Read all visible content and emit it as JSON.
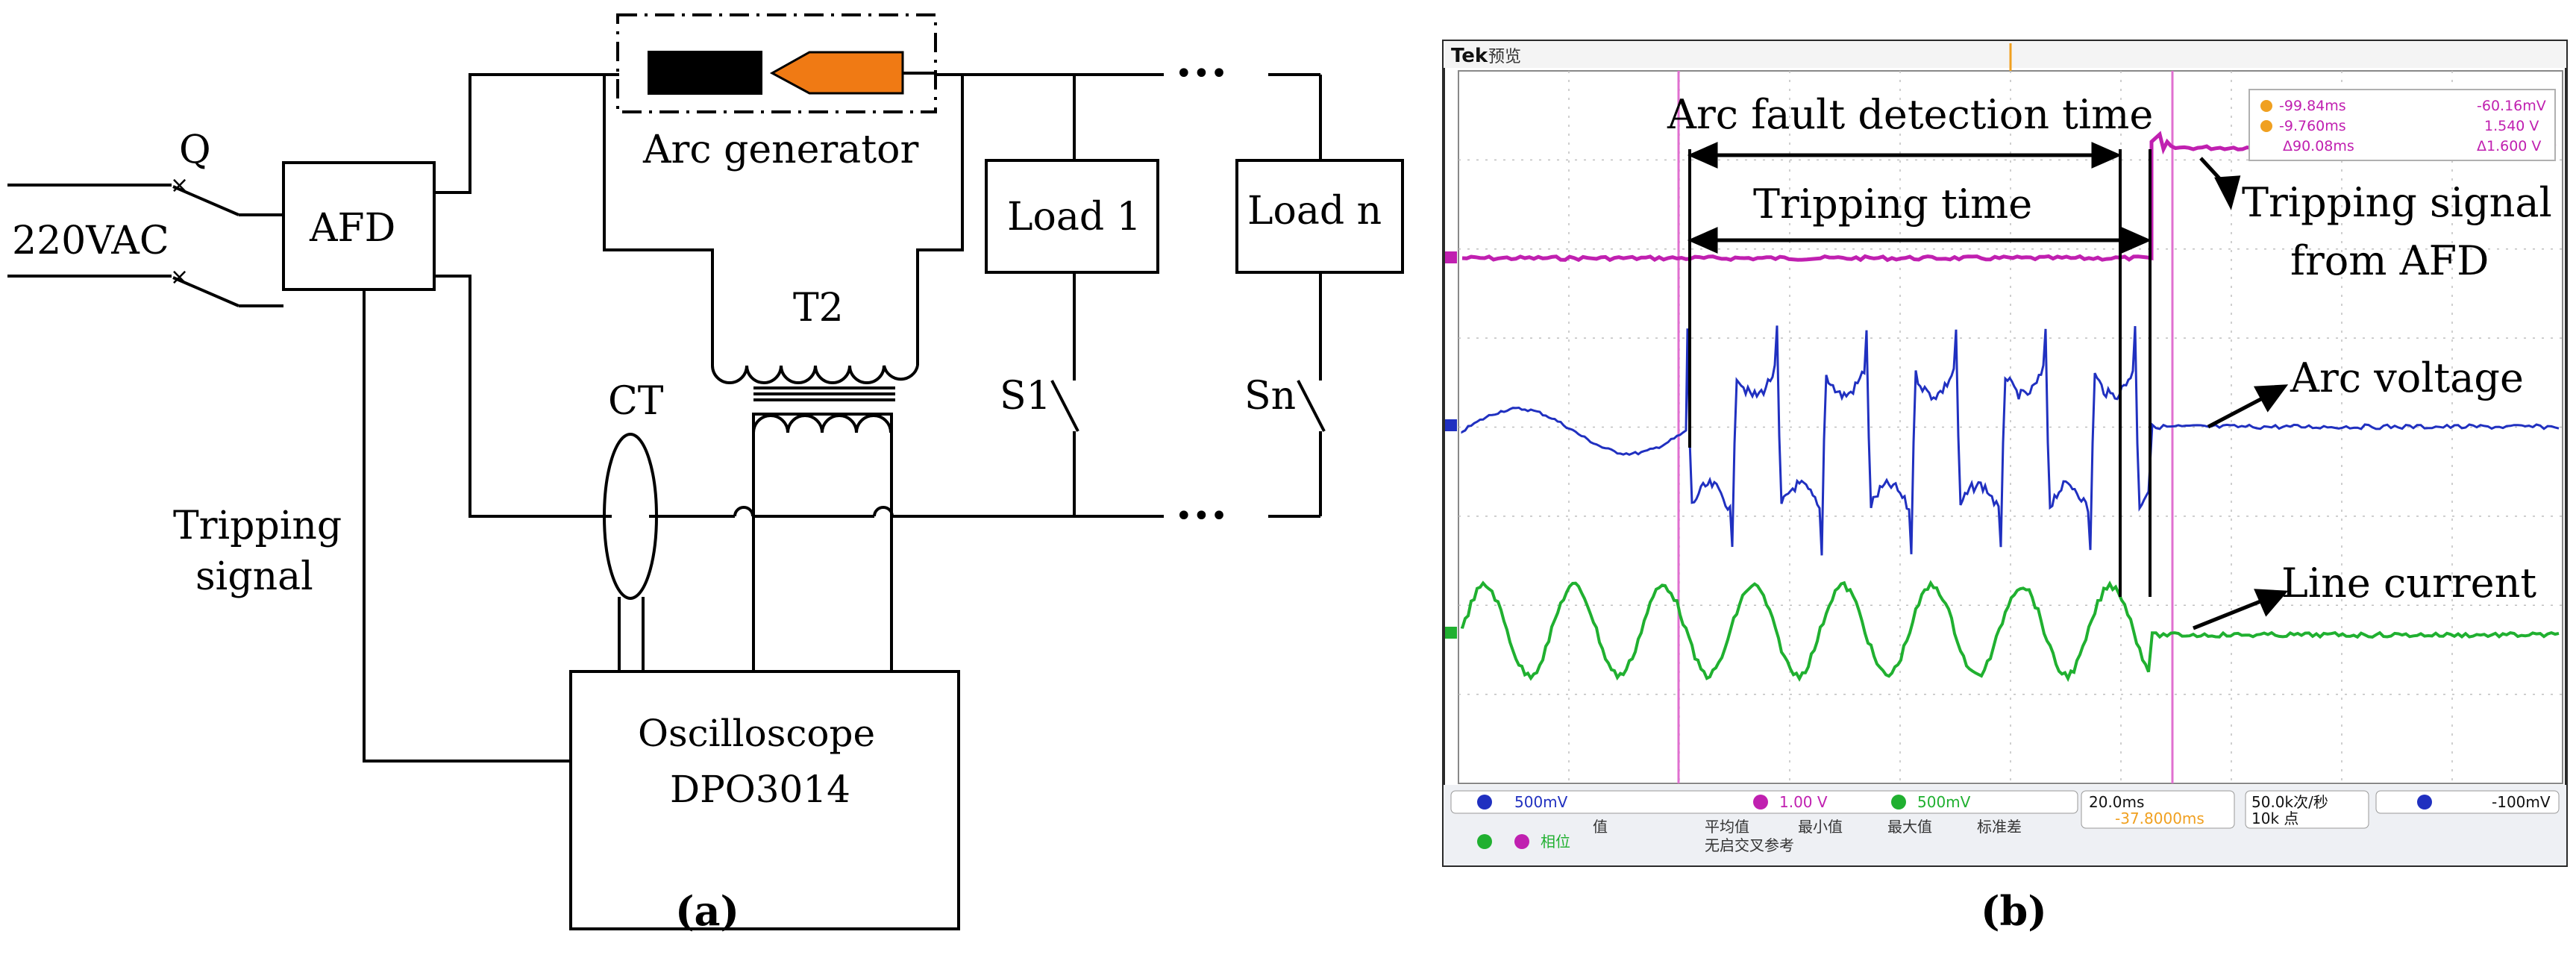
{
  "panel_a": {
    "caption": "(a)",
    "labels": {
      "q_switch": "Q",
      "source": "220VAC",
      "afd": "AFD",
      "arc_generator": "Arc generator",
      "transformer": "T2",
      "ct": "CT",
      "load1": "Load 1",
      "loadn": "Load n",
      "s1": "S1",
      "sn": "Sn",
      "tripping_signal_line1": "Tripping",
      "tripping_signal_line2": "signal",
      "oscilloscope_line1": "Oscilloscope",
      "oscilloscope_line2": "DPO3014",
      "ellipsis": "•••"
    }
  },
  "panel_b": {
    "caption": "(b)",
    "scope_brand": "Tek",
    "scope_mode": "预览",
    "annotations": {
      "detection_time": "Arc fault detection time",
      "tripping_time": "Tripping time",
      "tripping_signal_line1": "Tripping signal",
      "tripping_signal_line2": "from AFD",
      "arc_voltage": "Arc voltage",
      "line_current": "Line current"
    },
    "cursor_readout": {
      "a_time": "-99.84ms",
      "a_value": "-60.16mV",
      "b_time": "-9.760ms",
      "b_value": "1.540 V",
      "delta_time": "Δ90.08ms",
      "delta_value": "Δ1.600 V"
    },
    "channels": {
      "ch1": "500mV",
      "ch3": "1.00 V",
      "ch4": "500mV"
    },
    "timebase": {
      "scale": "20.0ms",
      "offset": "-37.8000ms",
      "sample_rate": "50.0k次/秒",
      "record": "10k 点",
      "trigger": "-100mV"
    },
    "measure": {
      "col_value": "值",
      "col_mean": "平均值",
      "col_min": "最小值",
      "col_max": "最大值",
      "col_std": "标准差",
      "phase": "相位",
      "no_cross_ref": "无启交叉参考"
    }
  }
}
